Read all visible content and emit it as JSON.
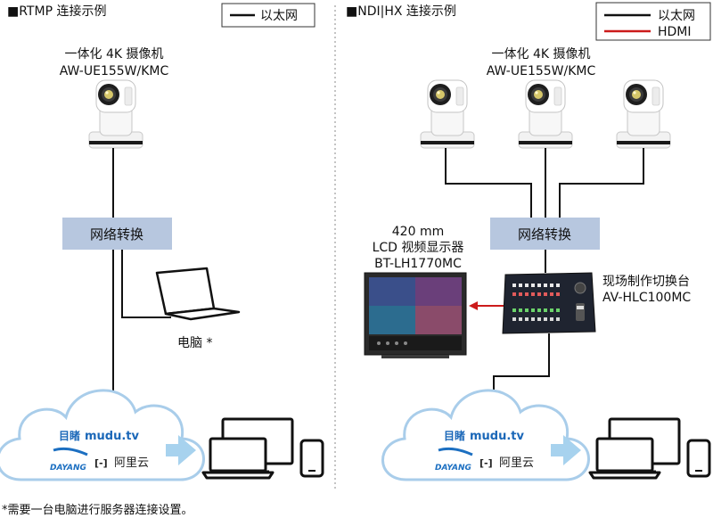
{
  "left_panel": {
    "title": "■RTMP 连接示例",
    "legend": {
      "ethernet": "以太网"
    },
    "camera": {
      "line1": "一体化 4K 摄像机",
      "line2": "AW-UE155W/KMC"
    },
    "switch_label": "网络转换",
    "laptop_label": "电脑 *"
  },
  "right_panel": {
    "title": "■NDI|HX 连接示例",
    "legend": {
      "ethernet": "以太网",
      "hdmi": "HDMI"
    },
    "camera": {
      "line1": "一体化 4K 摄像机",
      "line2": "AW-UE155W/KMC"
    },
    "switch_label": "网络转换",
    "monitor": {
      "line1": "420 mm",
      "line2": "LCD 视频显示器",
      "line3": "BT-LH1770MC"
    },
    "switcher": {
      "line1": "现场制作切换台",
      "line2": "AV-HLC100MC"
    }
  },
  "cloud": {
    "mudu_glyphs": "目睹",
    "mudu_domain": "mudu.tv",
    "dayang": "DAYANG",
    "aliyun_mark": "[-]",
    "aliyun": "阿里云"
  },
  "footnote": "*需要一台电脑进行服务器连接设置。",
  "colors": {
    "ethernet_line": "#111111",
    "hdmi_line": "#cc1b1b",
    "switch_box": "#b7c7df",
    "cloud_stroke": "#a9cdea",
    "arrow_fill": "#a7d2ee",
    "mudu_blue": "#1a67b8",
    "dayang_blue": "#1c6fc1"
  }
}
